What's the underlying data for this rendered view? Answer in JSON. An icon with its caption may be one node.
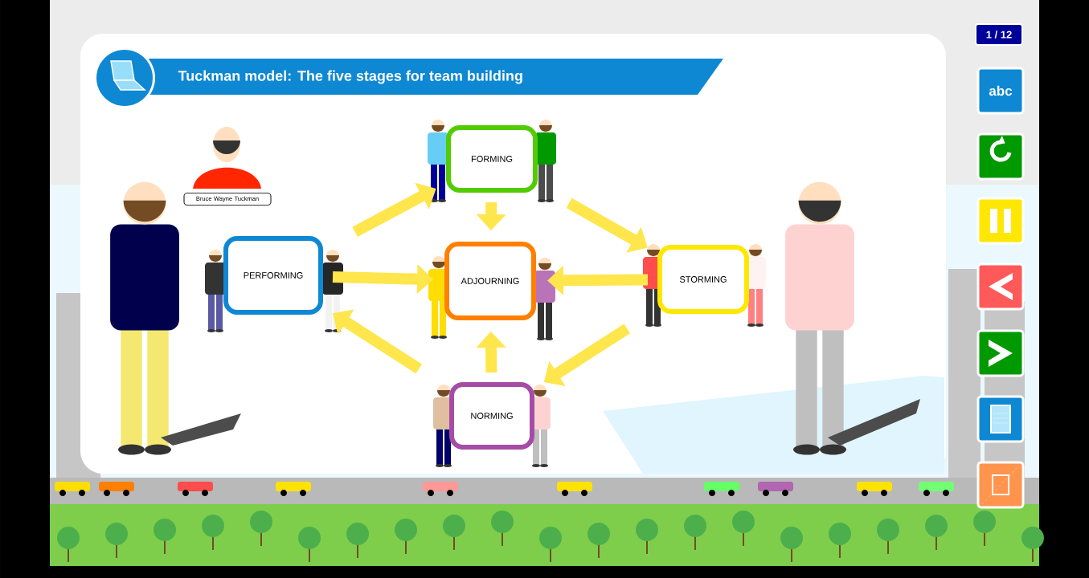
{
  "diagram": {
    "title": "Tuckman model: The five stages for team building",
    "nodes": [
      {
        "text": [
          "FORMING"
        ]
      },
      {
        "text": [
          "PERFORMING"
        ]
      },
      {
        "text": [
          "ADJOURNING"
        ]
      },
      {
        "text": [
          "STORMING"
        ]
      },
      {
        "text": [
          "NORMING"
        ]
      }
    ],
    "edges": [
      {
        "from": 0,
        "to": 3,
        "arrow": "to"
      },
      {
        "from": 3,
        "to": 4,
        "arrow": "to"
      },
      {
        "from": 4,
        "to": 1,
        "arrow": "to"
      },
      {
        "from": 1,
        "to": 0,
        "arrow": "to"
      },
      {
        "from": 0,
        "to": 2,
        "arrow": "to"
      },
      {
        "from": 1,
        "to": 2,
        "arrow": "to"
      },
      {
        "from": 3,
        "to": 2,
        "arrow": "to"
      },
      {
        "from": 4,
        "to": 2,
        "arrow": "to"
      }
    ],
    "labels": [
      "Bruce Wayne Tuckman",
      "1 / 12",
      "abc"
    ]
  }
}
